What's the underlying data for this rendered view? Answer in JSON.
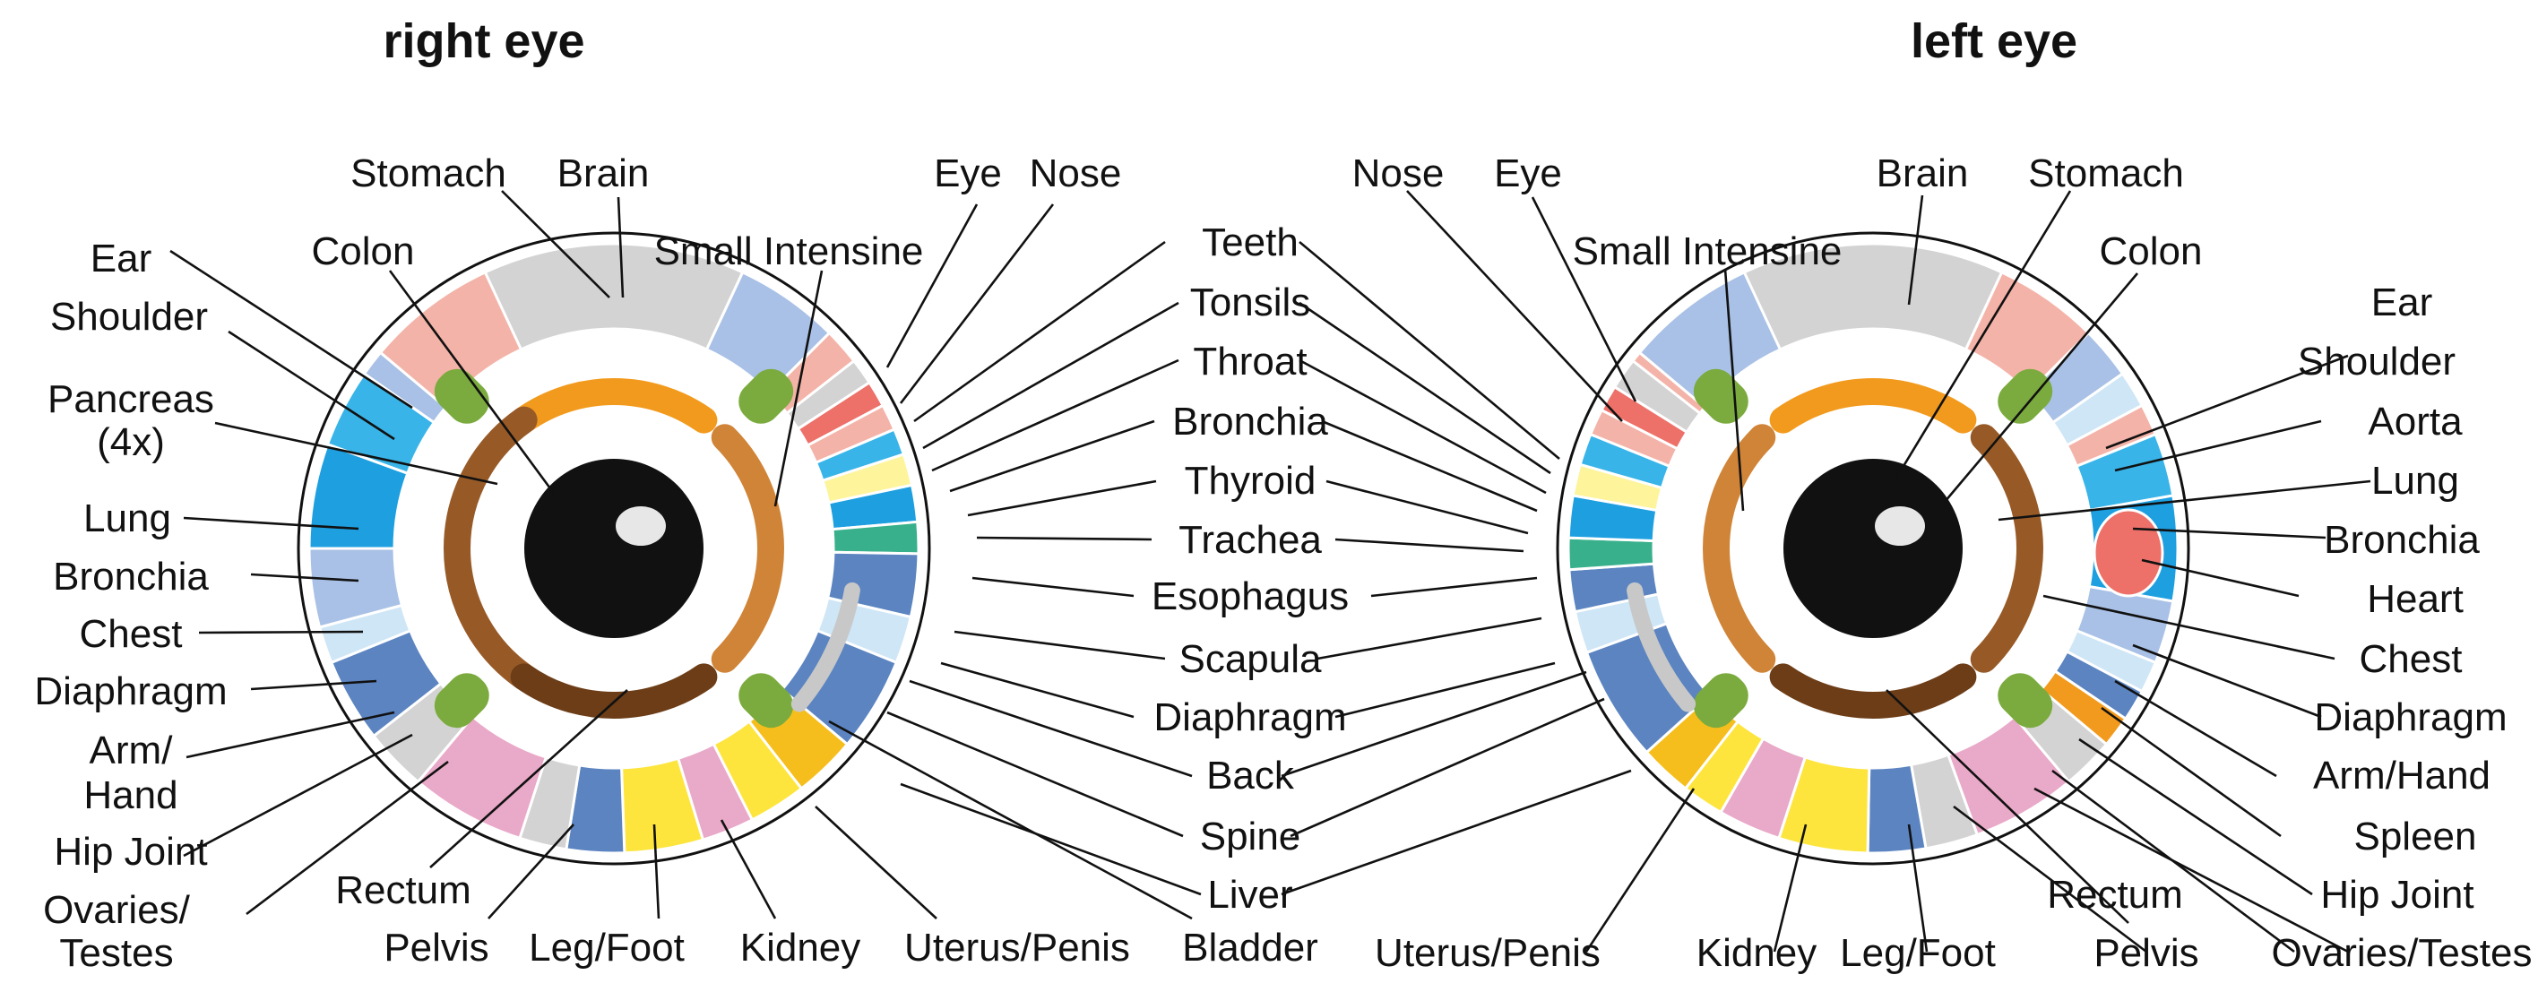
{
  "eyes": [
    {
      "title": "right eye",
      "labels": {
        "stomach": "Stomach",
        "brain": "Brain",
        "colon": "Colon",
        "small_intestine": "Small Intensine",
        "eye": "Eye",
        "nose": "Nose",
        "ear": "Ear",
        "shoulder": "Shoulder",
        "pancreas": "Pancreas",
        "pancreas_note": "(4x)",
        "lung": "Lung",
        "bronchia": "Bronchia",
        "chest": "Chest",
        "diaphragm": "Diaphragm",
        "arm": "Arm/",
        "hand": "Hand",
        "hip_joint": "Hip Joint",
        "ovaries": "Ovaries/",
        "testes": "Testes",
        "rectum": "Rectum",
        "pelvis": "Pelvis",
        "leg_foot": "Leg/Foot",
        "kidney": "Kidney",
        "uterus_penis": "Uterus/Penis"
      }
    },
    {
      "title": "left eye",
      "labels": {
        "nose": "Nose",
        "eye": "Eye",
        "brain": "Brain",
        "stomach": "Stomach",
        "small_intestine": "Small Intensine",
        "colon": "Colon",
        "ear": "Ear",
        "shoulder": "Shoulder",
        "aorta": "Aorta",
        "lung": "Lung",
        "bronchia": "Bronchia",
        "heart": "Heart",
        "chest": "Chest",
        "diaphragm": "Diaphragm",
        "arm_hand": "Arm/Hand",
        "spleen": "Spleen",
        "hip_joint": "Hip Joint",
        "ovaries_testes": "Ovaries/Testes",
        "rectum": "Rectum",
        "pelvis": "Pelvis",
        "uterus_penis": "Uterus/Penis",
        "kidney": "Kidney",
        "leg_foot": "Leg/Foot"
      }
    }
  ],
  "center_labels": [
    "Teeth",
    "Tonsils",
    "Throat",
    "Bronchia",
    "Thyroid",
    "Trachea",
    "Esophagus",
    "Scapula",
    "Diaphragm",
    "Back",
    "Spine",
    "Liver",
    "Bladder"
  ],
  "colors": {
    "gray": "#d3d3d3",
    "salmon": "#f4b3a8",
    "light_blue": "#a9c1e6",
    "sky_blue": "#39b4e8",
    "blue": "#1d9fe0",
    "pale_blue": "#cfe6f6",
    "steel_blue": "#5b84c1",
    "pink": "#e9a9c8",
    "yellow": "#fde53e",
    "gold": "#f6be1c",
    "green": "#7bab3e",
    "orange": "#f29a1d",
    "copper": "#d08437",
    "brown": "#975a27",
    "dark_brown": "#6c3d17",
    "red": "#ed7069",
    "pale_yellow": "#fdf49c",
    "teal": "#38b08b",
    "pupil": "#111111"
  }
}
